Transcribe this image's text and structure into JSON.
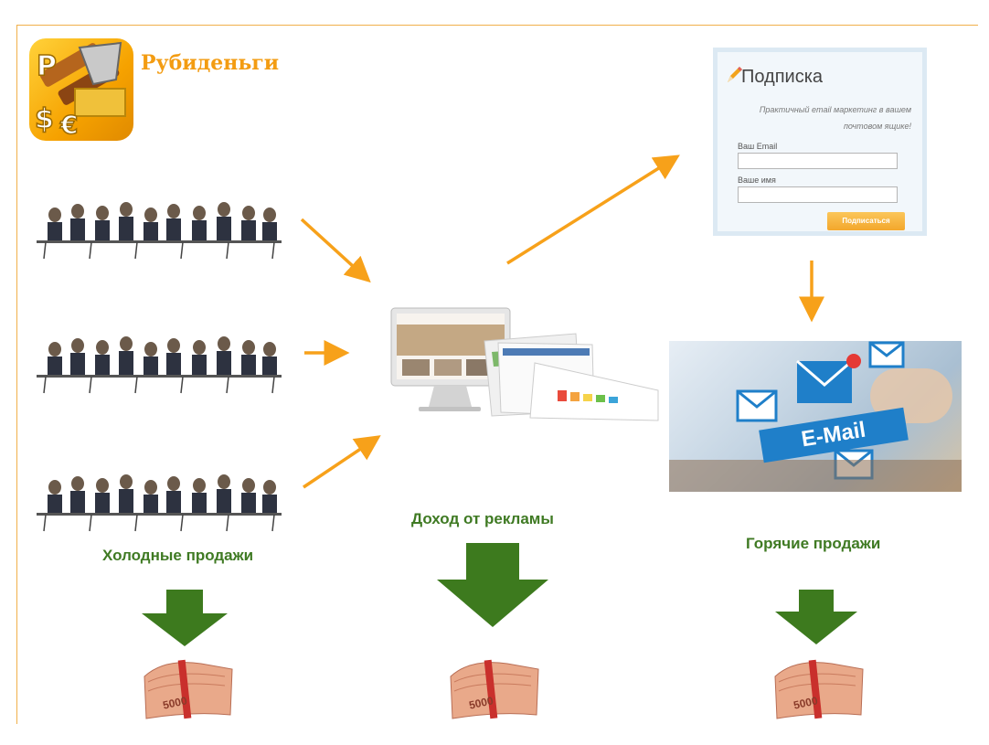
{
  "brand": {
    "name": "Рубиденьги"
  },
  "subscribe": {
    "title": "Подписка",
    "description_line1": "Практичный email маркетинг в вашем",
    "description_line2": "почтовом ящике!",
    "email_label": "Ваш Email",
    "name_label": "Ваше имя",
    "button_label": "Подписаться"
  },
  "email_banner": {
    "text": "E-Mail"
  },
  "labels": {
    "cold_sales": "Холодные продажи",
    "ad_income": "Доход от рекламы",
    "hot_sales": "Горячие продажи"
  },
  "money": {
    "denomination": "5000"
  },
  "colors": {
    "accent_orange": "#f39c12",
    "arrow_orange": "#f7a11a",
    "label_green": "#3f7a23",
    "arrow_green": "#3d7a1e",
    "email_blue": "#1f7fc9"
  }
}
